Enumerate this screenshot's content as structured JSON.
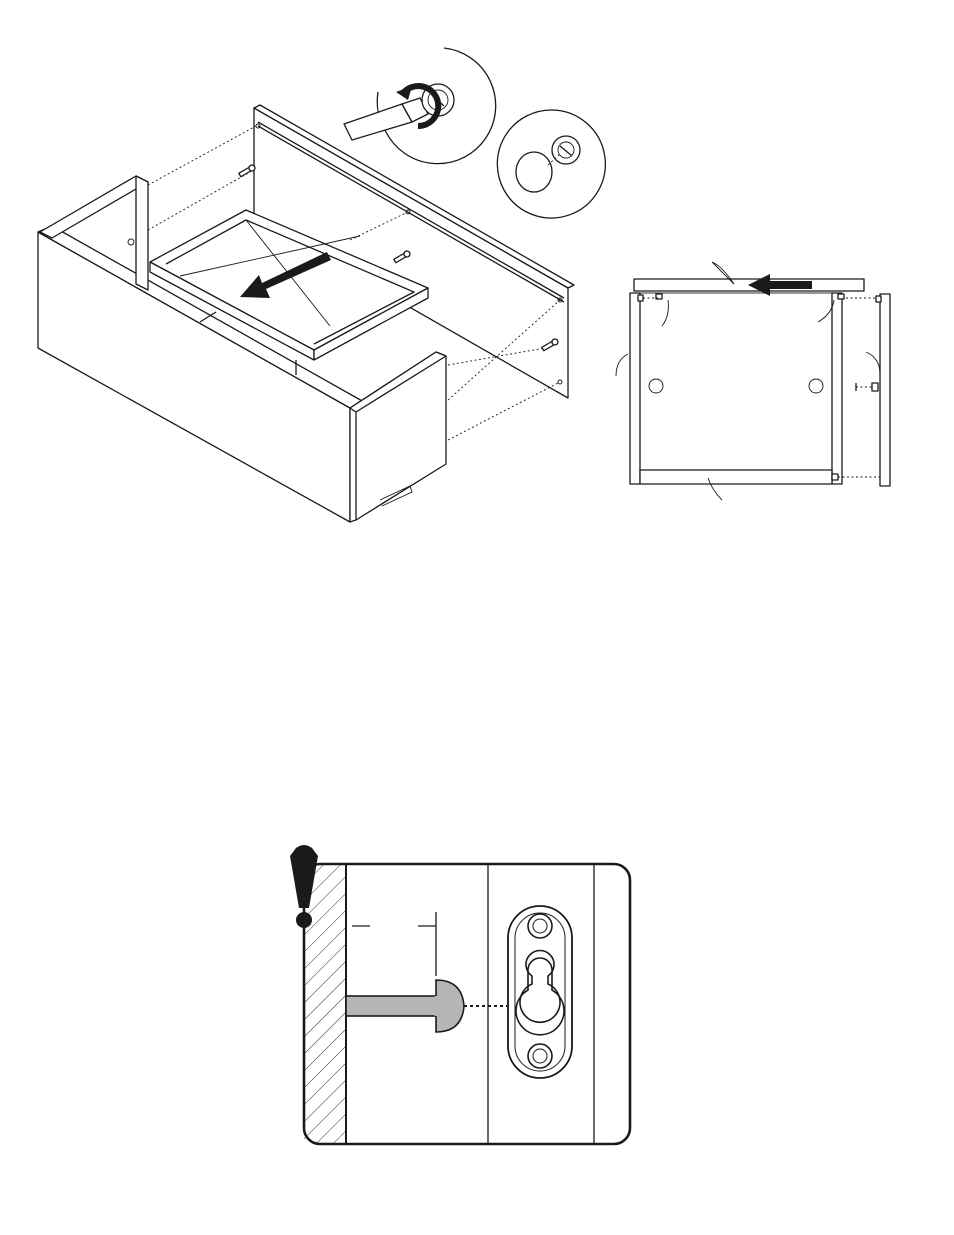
{
  "figures": [
    {
      "id": "drawer-assembly-isometric",
      "description_visible_text": ""
    },
    {
      "id": "cam-lock-detail",
      "description_visible_text": ""
    },
    {
      "id": "drawer-top-view",
      "description_visible_text": ""
    },
    {
      "id": "wall-mount-keyhole-detail",
      "description_visible_text": ""
    }
  ],
  "colors": {
    "line": "#1a1a1a",
    "screw_fill": "#b5b5b5",
    "background": "#ffffff"
  },
  "icons": [
    "rotation-arrow-icon",
    "direction-arrow-icon",
    "warning-icon",
    "keyhole-bracket-icon",
    "screwdriver-icon"
  ]
}
